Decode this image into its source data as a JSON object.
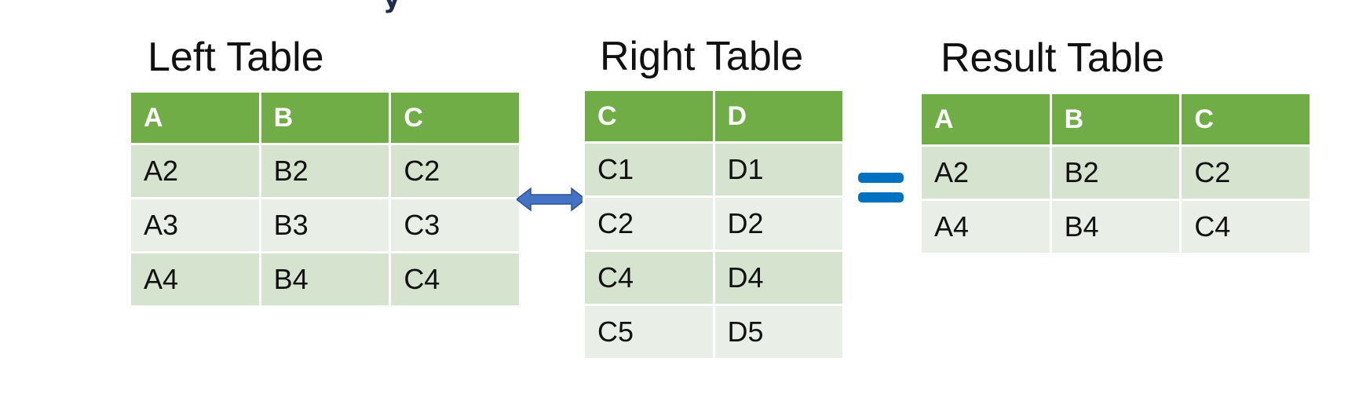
{
  "left_table": {
    "title": "Left Table",
    "headers": [
      "A",
      "B",
      "C"
    ],
    "rows": [
      [
        "A2",
        "B2",
        "C2"
      ],
      [
        "A3",
        "B3",
        "C3"
      ],
      [
        "A4",
        "B4",
        "C4"
      ]
    ]
  },
  "right_table": {
    "title": "Right Table",
    "headers": [
      "C",
      "D"
    ],
    "rows": [
      [
        "C1",
        "D1"
      ],
      [
        "C2",
        "D2"
      ],
      [
        "C4",
        "D4"
      ],
      [
        "C5",
        "D5"
      ]
    ]
  },
  "result_table": {
    "title": "Result Table",
    "headers": [
      "A",
      "B",
      "C"
    ],
    "rows": [
      [
        "A2",
        "B2",
        "C2"
      ],
      [
        "A4",
        "B4",
        "C4"
      ]
    ]
  },
  "colors": {
    "header_green": "#70ad47",
    "row_dark": "#d5e3cf",
    "row_light": "#e9efe7",
    "arrow_blue": "#4472c4",
    "equals_blue": "#0070c0"
  },
  "icons": {
    "join_arrow": "double-headed-arrow-icon",
    "equals": "equals-sign-icon"
  }
}
